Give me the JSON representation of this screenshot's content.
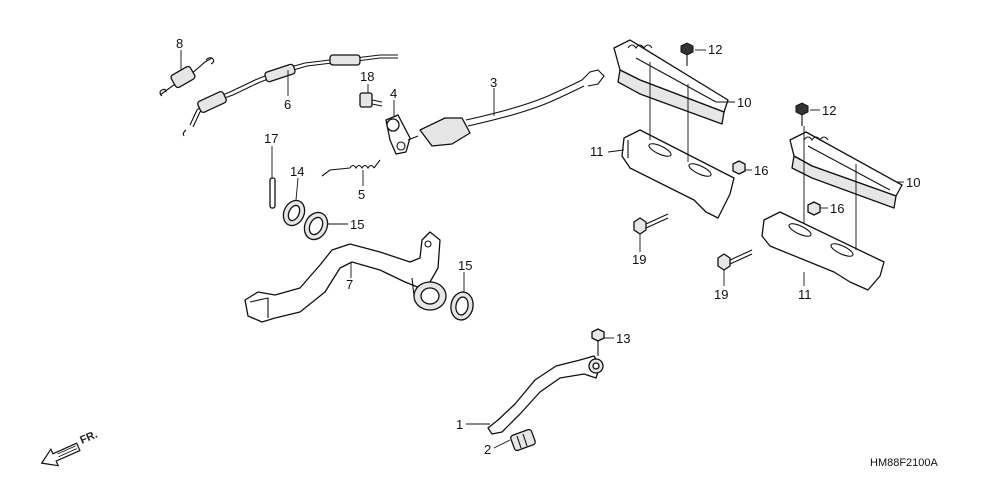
{
  "diagram": {
    "code": "HM88F2100A",
    "direction_label": "FR.",
    "callouts": {
      "c1": "1",
      "c2": "2",
      "c3": "3",
      "c4": "4",
      "c5": "5",
      "c6": "6",
      "c7": "7",
      "c8": "8",
      "c10a": "10",
      "c10b": "10",
      "c11a": "11",
      "c11b": "11",
      "c12a": "12",
      "c12b": "12",
      "c13": "13",
      "c14": "14",
      "c15a": "15",
      "c15b": "15",
      "c16a": "16",
      "c16b": "16",
      "c17": "17",
      "c18": "18",
      "c19a": "19",
      "c19b": "19"
    }
  }
}
